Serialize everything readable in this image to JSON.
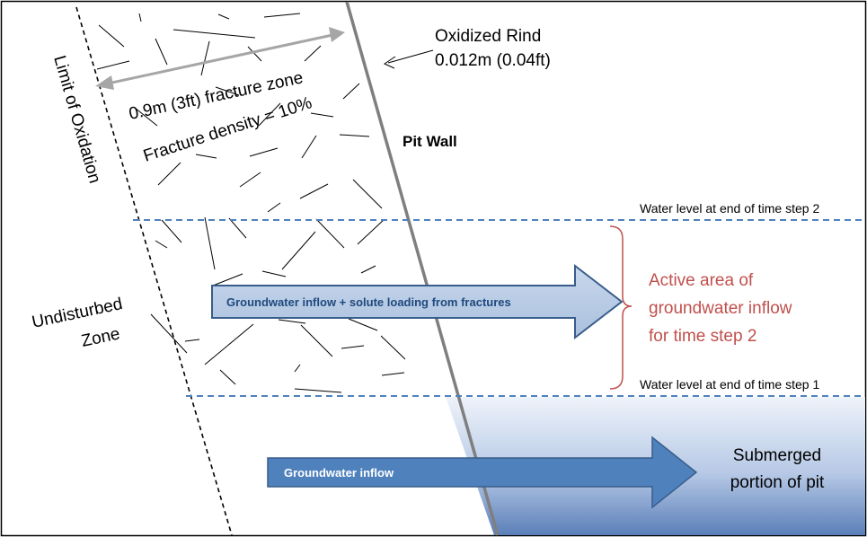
{
  "labels": {
    "oxidized_rind_line1": "Oxidized Rind",
    "oxidized_rind_line2": "0.012m (0.04ft)",
    "fracture_zone": "0.9m (3ft) fracture zone",
    "fracture_density": "Fracture density = 10%",
    "limit_of_oxidation": "Limit of Oxidation",
    "pit_wall": "Pit Wall",
    "water_level_2": "Water level at end of time step 2",
    "water_level_1": "Water level at end of time step 1",
    "undisturbed_line1": "Undisturbed",
    "undisturbed_line2": "Zone",
    "inflow_fractures": "Groundwater inflow + solute loading from fractures",
    "active_line1": "Active area of",
    "active_line2": "groundwater inflow",
    "active_line3": "for time step 2",
    "groundwater_inflow": "Groundwater inflow",
    "submerged_line1": "Submerged",
    "submerged_line2": "portion of pit"
  },
  "colors": {
    "border": "#000000",
    "pit_wall": "#7f7f7f",
    "dimension_arrow": "#a6a6a6",
    "water_line": "#4f81bd",
    "arrow_light": "#b8cce4",
    "arrow_dark": "#4f81bd",
    "arrow_stroke": "#385d8a",
    "active_text": "#c0504d",
    "water_top": "#eef3fa",
    "water_bottom": "#5a7fb8"
  }
}
